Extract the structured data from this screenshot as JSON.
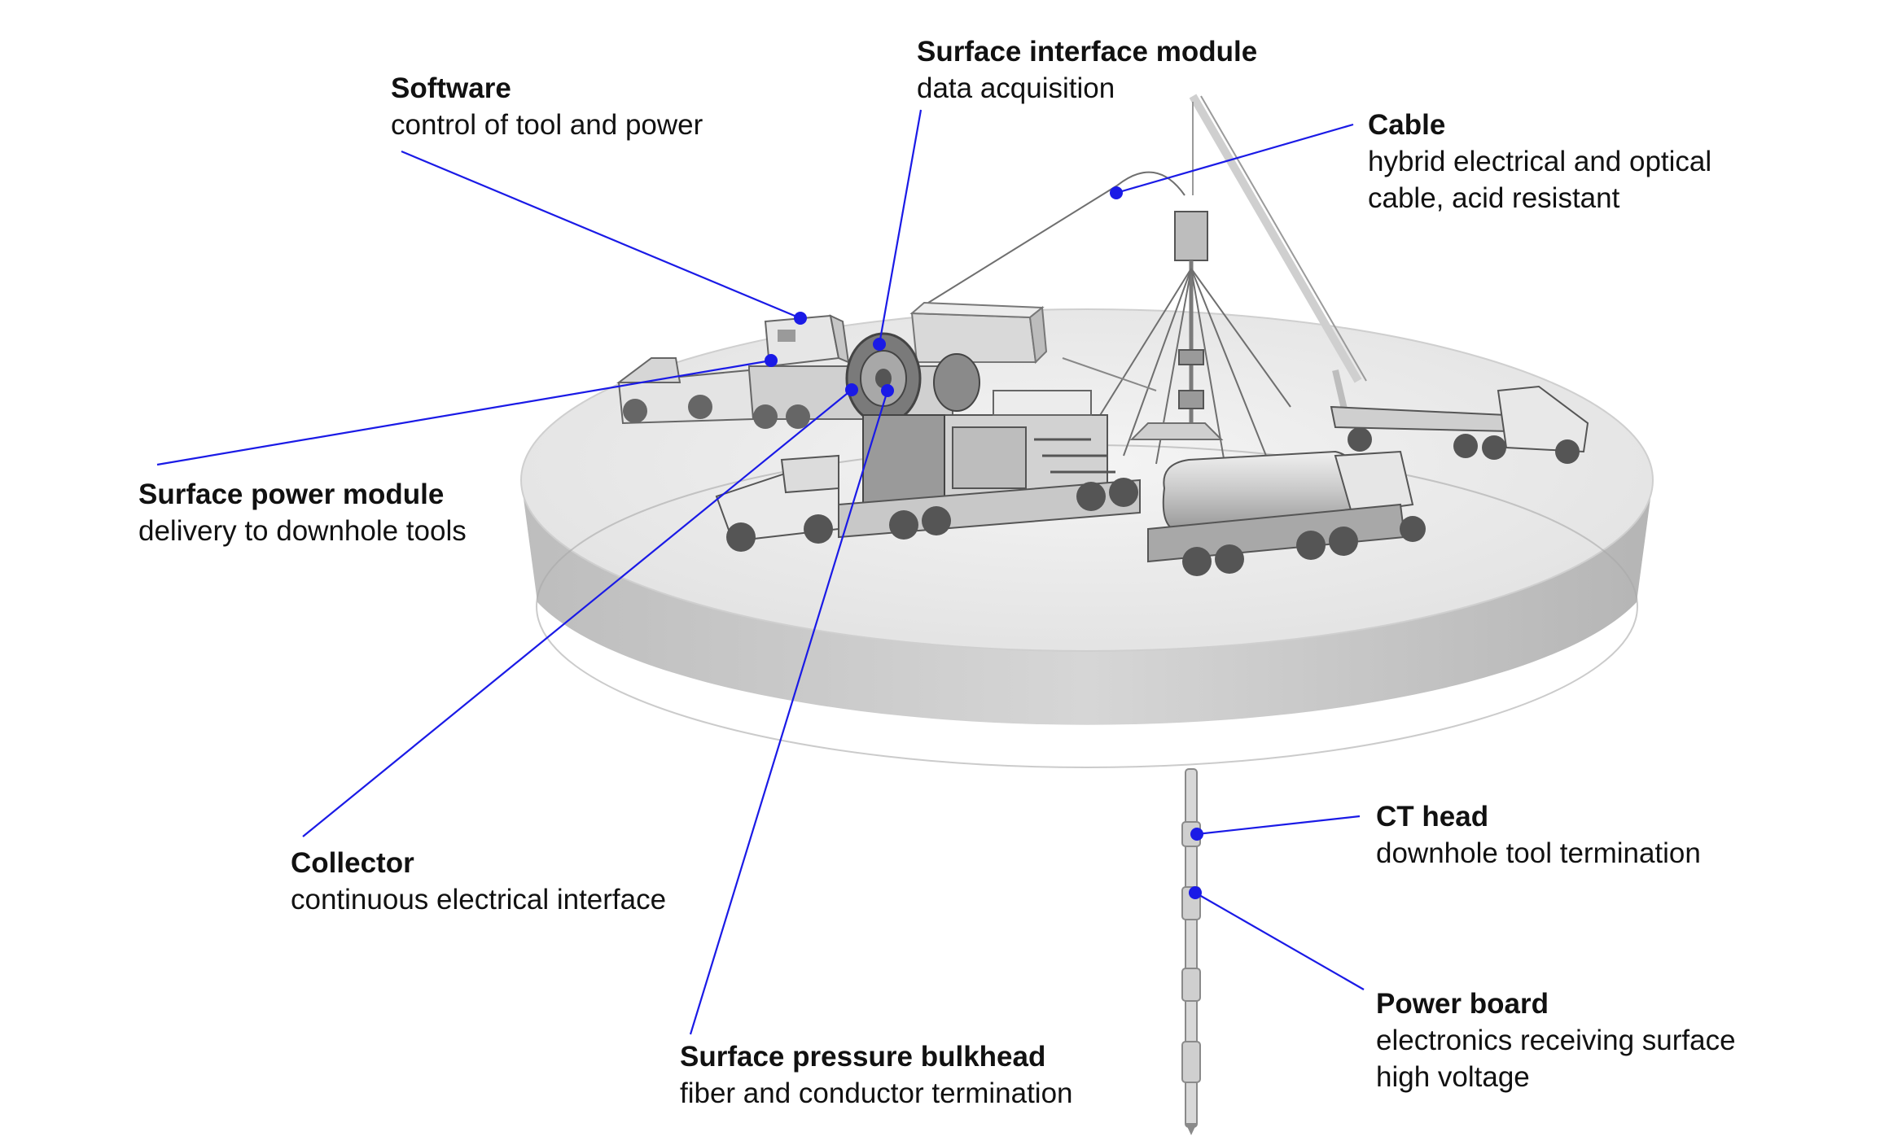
{
  "accent_color": "#1a1ae6",
  "callouts": [
    {
      "key": "software",
      "title": "Software",
      "desc1": "control of tool and power",
      "desc2": ""
    },
    {
      "key": "surface-interface-module",
      "title": "Surface interface module",
      "desc1": "data acquisition",
      "desc2": ""
    },
    {
      "key": "cable",
      "title": "Cable",
      "desc1": "hybrid electrical and optical",
      "desc2": "cable, acid resistant"
    },
    {
      "key": "surface-power-module",
      "title": "Surface power module",
      "desc1": "delivery to downhole tools",
      "desc2": ""
    },
    {
      "key": "collector",
      "title": "Collector",
      "desc1": "continuous electrical interface",
      "desc2": ""
    },
    {
      "key": "surface-pressure-bulkhead",
      "title": "Surface pressure bulkhead",
      "desc1": "fiber and conductor termination",
      "desc2": ""
    },
    {
      "key": "ct-head",
      "title": "CT head",
      "desc1": "downhole tool termination",
      "desc2": ""
    },
    {
      "key": "power-board",
      "title": "Power board",
      "desc1": "electronics receiving surface",
      "desc2": "high voltage"
    }
  ]
}
